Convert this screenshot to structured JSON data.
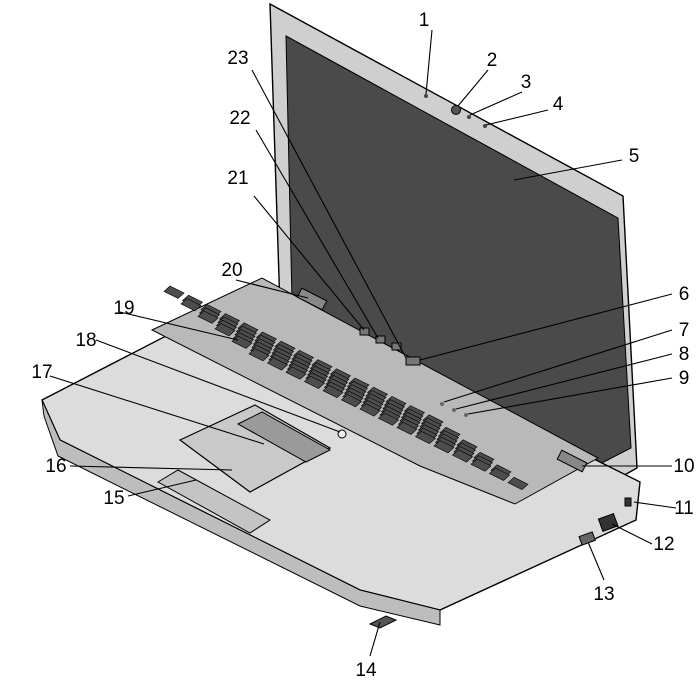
{
  "callouts": [
    {
      "label": "1"
    },
    {
      "label": "2"
    },
    {
      "label": "3"
    },
    {
      "label": "4"
    },
    {
      "label": "5"
    },
    {
      "label": "6"
    },
    {
      "label": "7"
    },
    {
      "label": "8"
    },
    {
      "label": "9"
    },
    {
      "label": "10"
    },
    {
      "label": "11"
    },
    {
      "label": "12"
    },
    {
      "label": "13"
    },
    {
      "label": "14"
    },
    {
      "label": "15"
    },
    {
      "label": "16"
    },
    {
      "label": "17"
    },
    {
      "label": "18"
    },
    {
      "label": "19"
    },
    {
      "label": "20"
    },
    {
      "label": "21"
    },
    {
      "label": "22"
    },
    {
      "label": "23"
    }
  ],
  "colors": {
    "screen": "#4a4a4a",
    "bezel": "#cfcfcf",
    "body": "#dcdcdc",
    "keyboard_well": "#b9b9b9",
    "key": "#4d4d4d",
    "outline": "#000000"
  }
}
